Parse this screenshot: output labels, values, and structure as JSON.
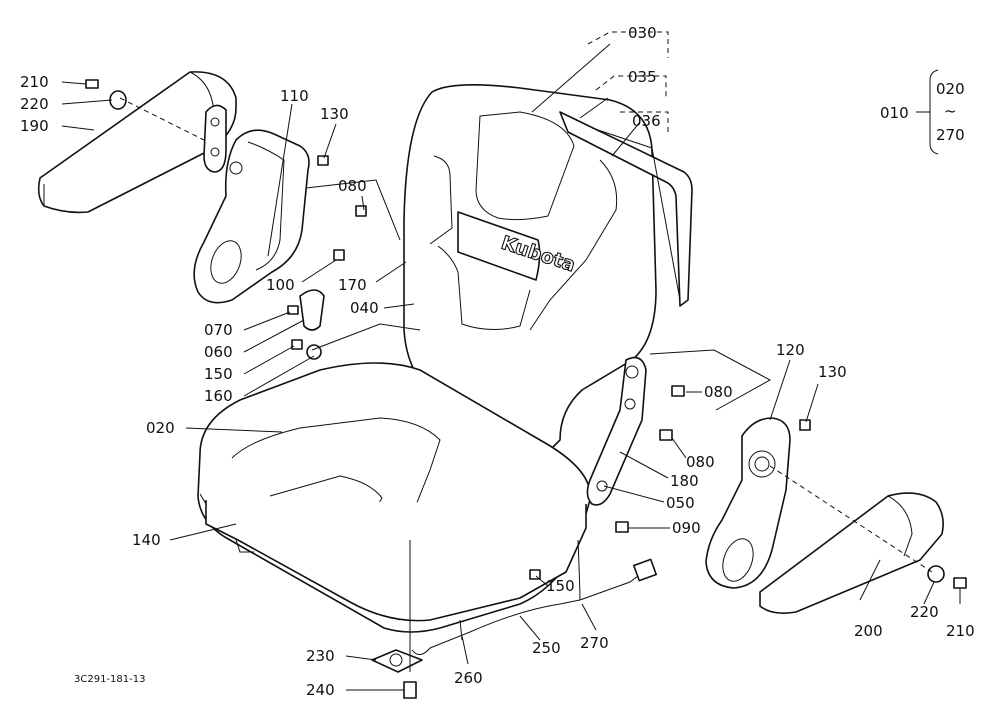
{
  "figure_code": "3C291-181-13",
  "group": {
    "label": "010",
    "range_start": "020",
    "range_sep": "~",
    "range_end": "270"
  },
  "brand_text": "Kubota",
  "callouts": [
    {
      "id": "c030",
      "text": "030"
    },
    {
      "id": "c035",
      "text": "035"
    },
    {
      "id": "c036",
      "text": "036"
    },
    {
      "id": "c210a",
      "text": "210"
    },
    {
      "id": "c220a",
      "text": "220"
    },
    {
      "id": "c190",
      "text": "190"
    },
    {
      "id": "c110",
      "text": "110"
    },
    {
      "id": "c130a",
      "text": "130"
    },
    {
      "id": "c080a",
      "text": "080"
    },
    {
      "id": "c170",
      "text": "170"
    },
    {
      "id": "c100",
      "text": "100"
    },
    {
      "id": "c040",
      "text": "040"
    },
    {
      "id": "c070",
      "text": "070"
    },
    {
      "id": "c060",
      "text": "060"
    },
    {
      "id": "c150a",
      "text": "150"
    },
    {
      "id": "c160",
      "text": "160"
    },
    {
      "id": "c020",
      "text": "020"
    },
    {
      "id": "c140",
      "text": "140"
    },
    {
      "id": "c120",
      "text": "120"
    },
    {
      "id": "c130b",
      "text": "130"
    },
    {
      "id": "c080b",
      "text": "080"
    },
    {
      "id": "c080c",
      "text": "080"
    },
    {
      "id": "c180",
      "text": "180"
    },
    {
      "id": "c050",
      "text": "050"
    },
    {
      "id": "c090",
      "text": "090"
    },
    {
      "id": "c150b",
      "text": "150"
    },
    {
      "id": "c270",
      "text": "270"
    },
    {
      "id": "c250",
      "text": "250"
    },
    {
      "id": "c260",
      "text": "260"
    },
    {
      "id": "c230",
      "text": "230"
    },
    {
      "id": "c240",
      "text": "240"
    },
    {
      "id": "c200",
      "text": "200"
    },
    {
      "id": "c220b",
      "text": "220"
    },
    {
      "id": "c210b",
      "text": "210"
    }
  ]
}
